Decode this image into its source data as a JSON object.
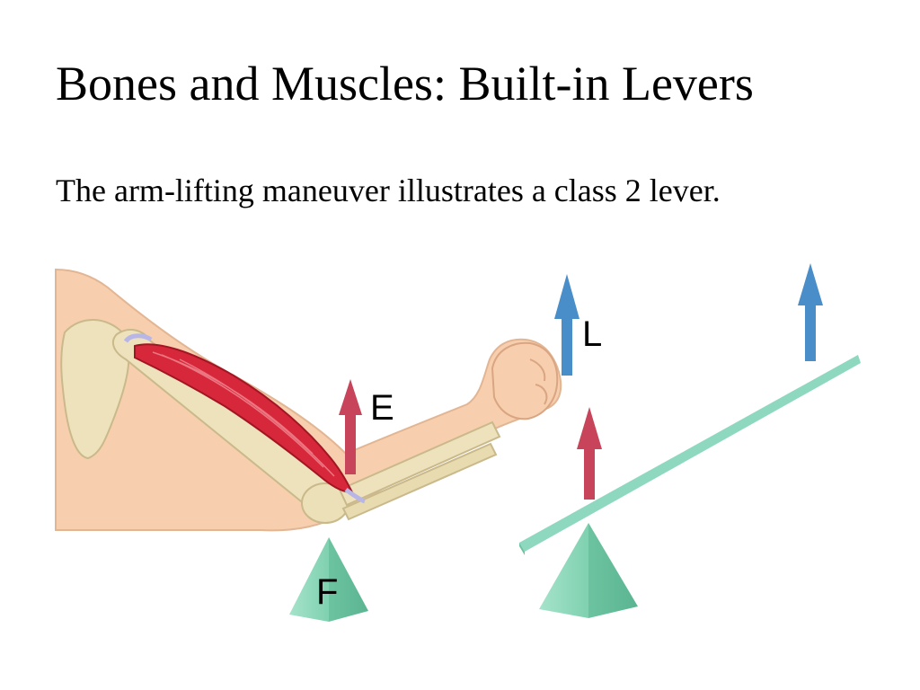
{
  "title": "Bones and Muscles: Built-in Levers",
  "body": "The arm-lifting maneuver illustrates a class 2 lever.",
  "figure": {
    "labels": {
      "effort": "E",
      "load": "L",
      "fulcrum": "F"
    },
    "colors": {
      "effort_arrow": "#c8445a",
      "load_arrow": "#4a8ec9",
      "fulcrum": "#7fd1b0",
      "lever_bar": "#8ed8bf",
      "muscle": "#d6283a",
      "skin": "#f7cfae",
      "bone": "#eee2bc"
    }
  }
}
